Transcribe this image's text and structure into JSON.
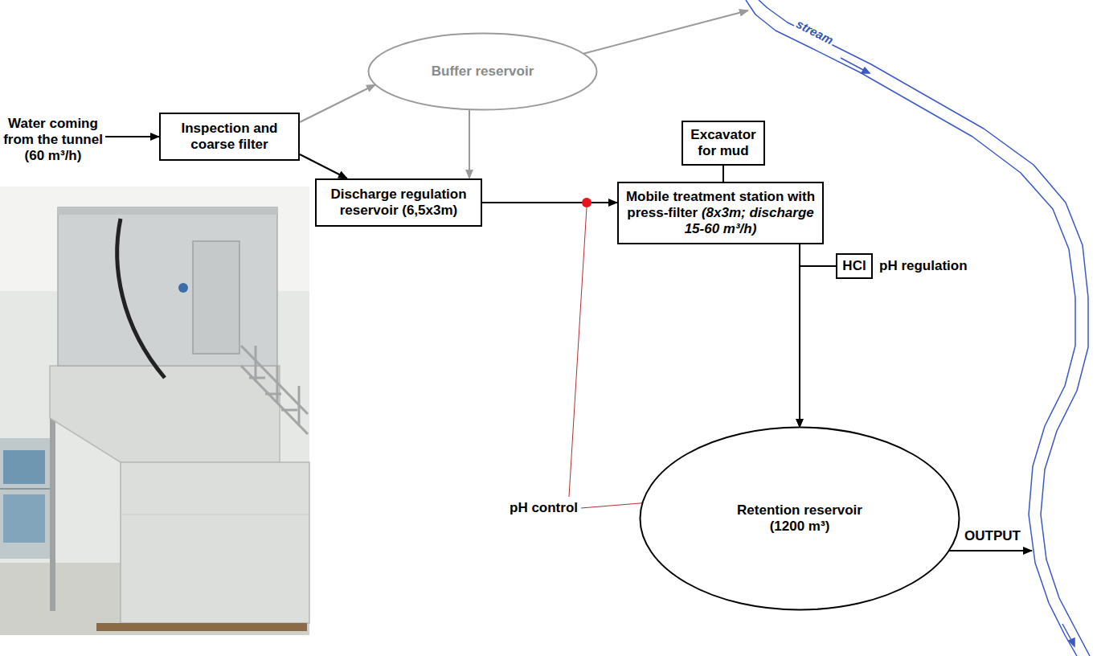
{
  "diagram": {
    "nodes": [
      {
        "text": [
          "Inspection and coarse filter"
        ]
      },
      {
        "text": [
          "Buffer reservoir"
        ]
      },
      {
        "text": [
          "Discharge regulation reservoir (6,5x3m)"
        ]
      },
      {
        "text": [
          "Excavator for mud"
        ]
      },
      {
        "text": [
          "Mobile treatment station with press-filter",
          "(8x3m; discharge 15-60 m³/h)"
        ]
      },
      {
        "text": [
          "HCl"
        ]
      },
      {
        "text": [
          "Retention reservoir (1200 m³)"
        ]
      }
    ],
    "edges": [
      {
        "from": 0,
        "to": 1,
        "arrow": "to"
      },
      {
        "from": 0,
        "to": 2,
        "arrow": "to"
      },
      {
        "from": 1,
        "to": 2,
        "arrow": "to"
      },
      {
        "from": 2,
        "to": 4,
        "arrow": "to"
      },
      {
        "from": 3,
        "to": 4,
        "arrow": "none"
      },
      {
        "from": 4,
        "to": 6,
        "arrow": "to"
      },
      {
        "from": 5,
        "to": 6,
        "arrow": "to"
      }
    ],
    "labels": [
      "Water coming from the tunnel (60 m³/h)",
      "stream",
      "pH regulation",
      "pH control",
      "OUTPUT"
    ]
  }
}
